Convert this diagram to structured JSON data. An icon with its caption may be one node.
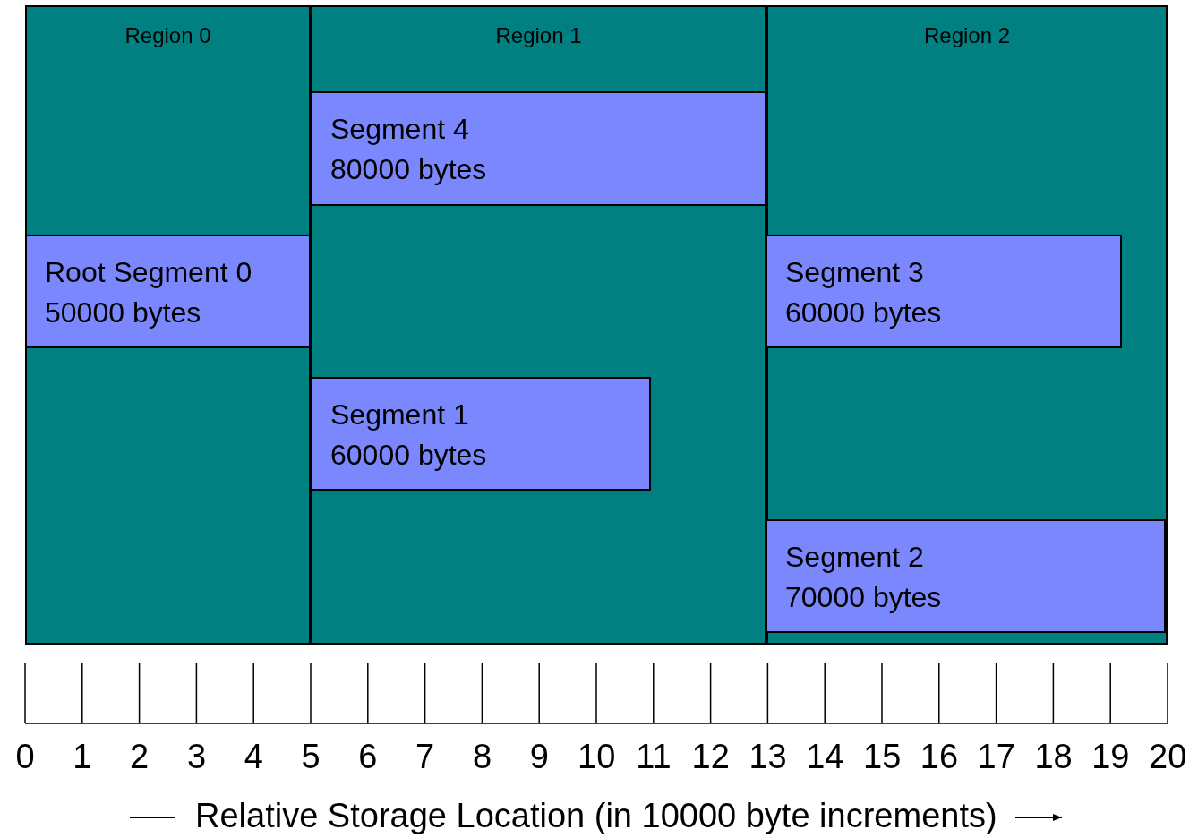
{
  "diagram": {
    "nodes": [
      {
        "text": [
          "Region 0"
        ]
      },
      {
        "text": [
          "Region 1"
        ]
      },
      {
        "text": [
          "Region 2"
        ]
      },
      {
        "text": [
          "Root Segment 0",
          "50000 bytes"
        ],
        "in": 0
      },
      {
        "text": [
          "Segment 4",
          "80000 bytes"
        ],
        "in": 1
      },
      {
        "text": [
          "Segment 1",
          "60000 bytes"
        ],
        "in": 1
      },
      {
        "text": [
          "Segment 3",
          "60000 bytes"
        ],
        "in": 2
      },
      {
        "text": [
          "Segment 2",
          "70000 bytes"
        ],
        "in": 2
      }
    ],
    "edges": [],
    "labels": [
      "0",
      "1",
      "2",
      "3",
      "4",
      "5",
      "6",
      "7",
      "8",
      "9",
      "10",
      "11",
      "12",
      "13",
      "14",
      "15",
      "16",
      "17",
      "18",
      "19",
      "20",
      "Relative Storage Location (in 10000 byte increments)"
    ]
  }
}
